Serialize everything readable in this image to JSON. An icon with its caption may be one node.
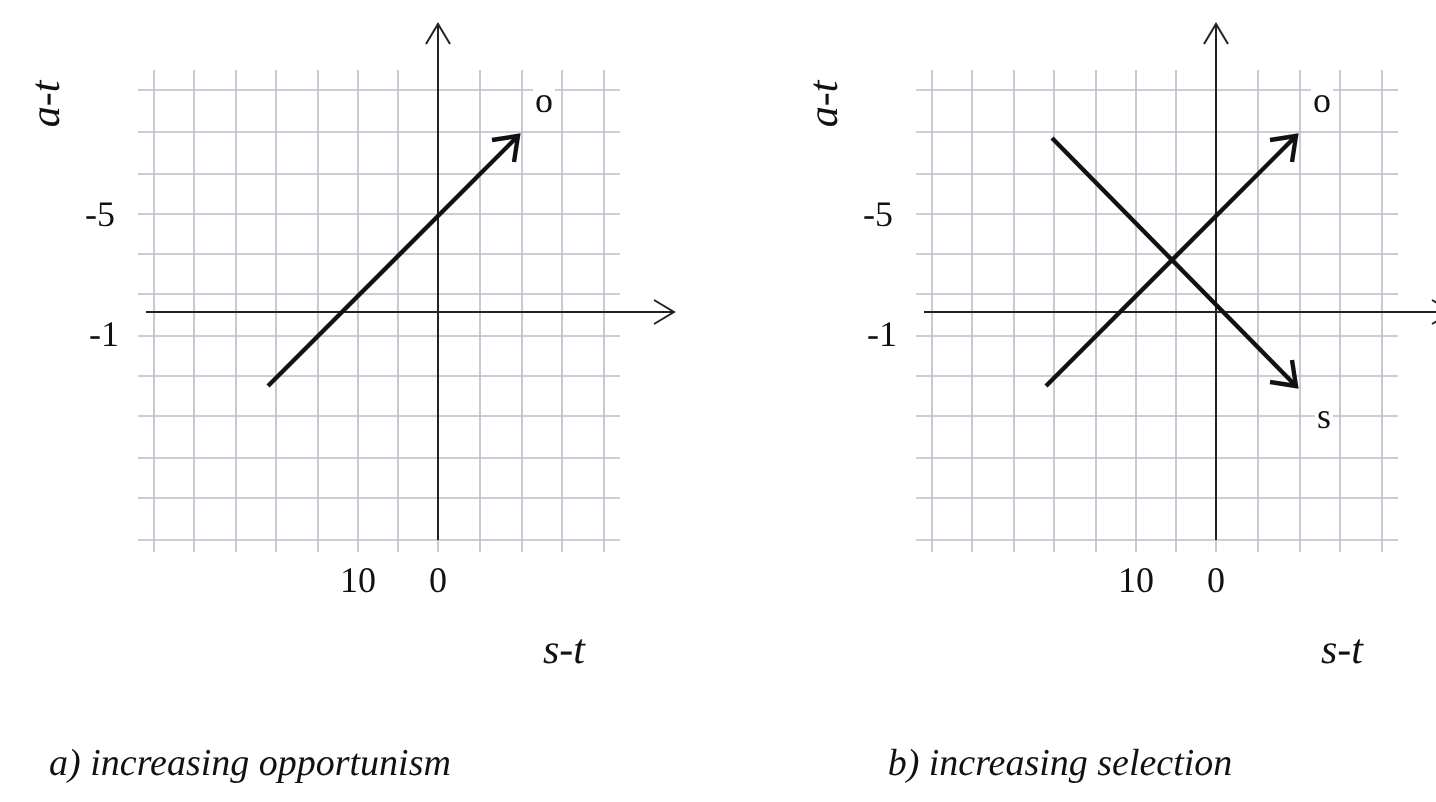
{
  "diagram": {
    "labels": [
      "a-t",
      "o",
      "a-t",
      "o",
      "-5",
      "-5",
      "-1",
      "-1",
      "s",
      "10",
      "0",
      "10",
      "0",
      "s-t",
      "s-t",
      "a) increasing opportunism",
      "b) increasing selection"
    ]
  }
}
